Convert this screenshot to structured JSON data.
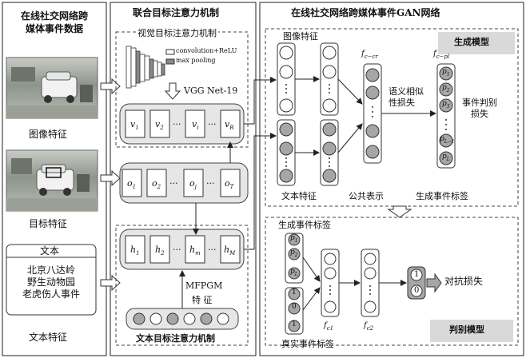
{
  "left_panel": {
    "title": "在线社交网络跨\n媒体事件数据",
    "image_feature": "图像特征",
    "target_feature": "目标特征",
    "text_box_title": "文本",
    "text_box_content": "北京八达岭\n野生动物园\n老虎伤人事件",
    "text_feature": "文本特征"
  },
  "middle_panel": {
    "title": "联合目标注意力机制",
    "visual_attention_title": "视觉目标注意力机制",
    "legend_conv": "convolution+ReLU",
    "legend_pool": "max pooling",
    "vgg_label": "VGG Net-19",
    "v_cells": [
      "v",
      "v",
      "···",
      "v",
      "···",
      "v"
    ],
    "v_subs": [
      "1",
      "2",
      "",
      "i",
      "",
      "R"
    ],
    "o_cells": [
      "o",
      "o",
      "···",
      "o",
      "···",
      "o"
    ],
    "o_subs": [
      "1",
      "2",
      "",
      "j",
      "",
      "T"
    ],
    "h_cells": [
      "h",
      "h",
      "···",
      "h",
      "···",
      "h"
    ],
    "h_subs": [
      "1",
      "2",
      "",
      "m",
      "",
      "M"
    ],
    "mfpgm_label": "MFPGM",
    "feature_label": "特 征",
    "text_attention_title": "文本目标注意力机制"
  },
  "right_panel": {
    "title": "在线社交网络跨媒体事件GAN网络",
    "image_feature": "图像特征",
    "generator_label": "生成模型",
    "f_ecr_label": "f",
    "f_ecr_sub": "c−cr",
    "f_ecpl_label": "f",
    "f_ecpl_sub": "c−pl",
    "semantic_loss": "语义相似\n性损失",
    "event_loss": "事件判别\n损失",
    "p_labels": [
      "p",
      "p",
      "p",
      "p",
      "p"
    ],
    "p_subs": [
      "1",
      "2",
      "3",
      "L−1",
      "L"
    ],
    "text_feature": "文本特征",
    "common_repr": "公共表示",
    "gen_event_labels": "生成事件标签",
    "gen_event_labels2": "生成事件标签",
    "disc_p_labels": [
      "p",
      "p",
      "p"
    ],
    "disc_p_subs": [
      "1",
      "2",
      "L"
    ],
    "real_values": [
      "1",
      "0",
      "1"
    ],
    "fc1_label": "f",
    "fc1_sub": "c1",
    "fc2_label": "f",
    "fc2_sub": "c2",
    "out_values": [
      "1",
      "0"
    ],
    "adversarial_loss": "对抗损失",
    "discriminator_label": "判别模型",
    "real_event_labels": "真实事件标签"
  },
  "colors": {
    "node_gray": "#a6a6a6",
    "box_gray": "#d9d9d9",
    "border": "#333333"
  }
}
